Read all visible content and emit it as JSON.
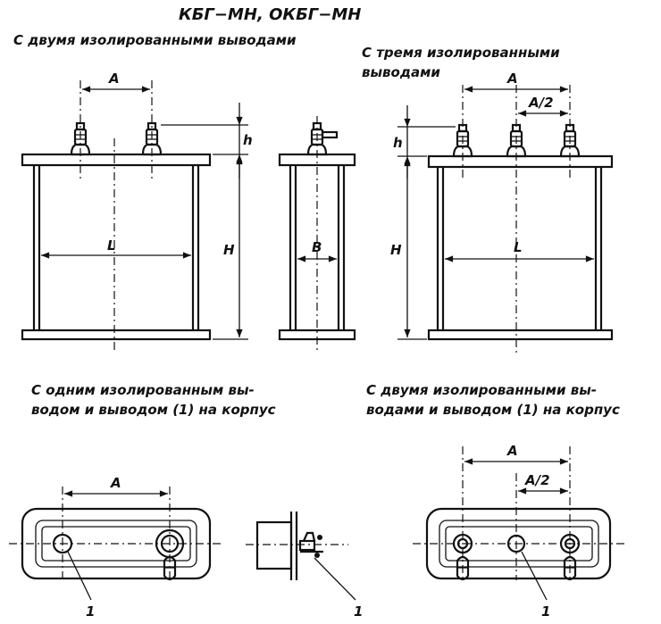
{
  "title": "КБГ−МН, ОКБГ−МН",
  "captions": {
    "two_terminals": "С двумя изолированными выводами",
    "three_terminals_l1": "С тремя изолированными",
    "three_terminals_l2": "выводами",
    "one_terminal_l1": "С одним изолированным вы-",
    "one_terminal_l2": "водом и выводом (1) на корпус",
    "two_terminals_case_l1": "С двумя изолированными вы-",
    "two_terminals_case_l2": "водами и выводом (1) на корпус"
  },
  "dimensions": {
    "A": "A",
    "A_half": "A/2",
    "h": "h",
    "H": "H",
    "L": "L",
    "B": "B",
    "callout": "1"
  }
}
